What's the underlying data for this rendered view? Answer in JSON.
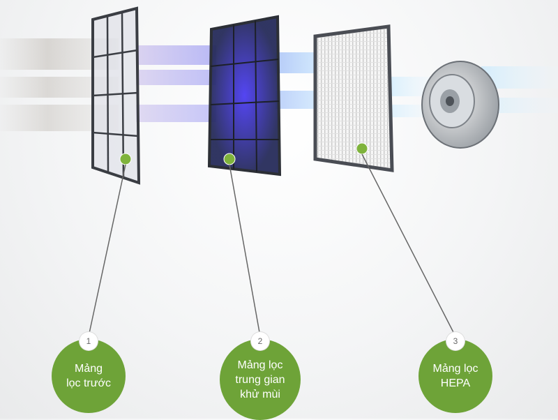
{
  "colors": {
    "accent": "#6ea338",
    "connector": "#666666",
    "frame": "#3a3d43"
  },
  "filters": [
    {
      "number": "1",
      "label": "Mảng\nlọc trước",
      "icon": "pre-filter-icon"
    },
    {
      "number": "2",
      "label": "Mảng lọc\ntrung gian\nkhử mùi",
      "icon": "activated-carbon-filter-icon"
    },
    {
      "number": "3",
      "label": "Mảng lọc\nHEPA",
      "icon": "hepa-filter-icon"
    }
  ],
  "fan_icon": "fan-icon"
}
